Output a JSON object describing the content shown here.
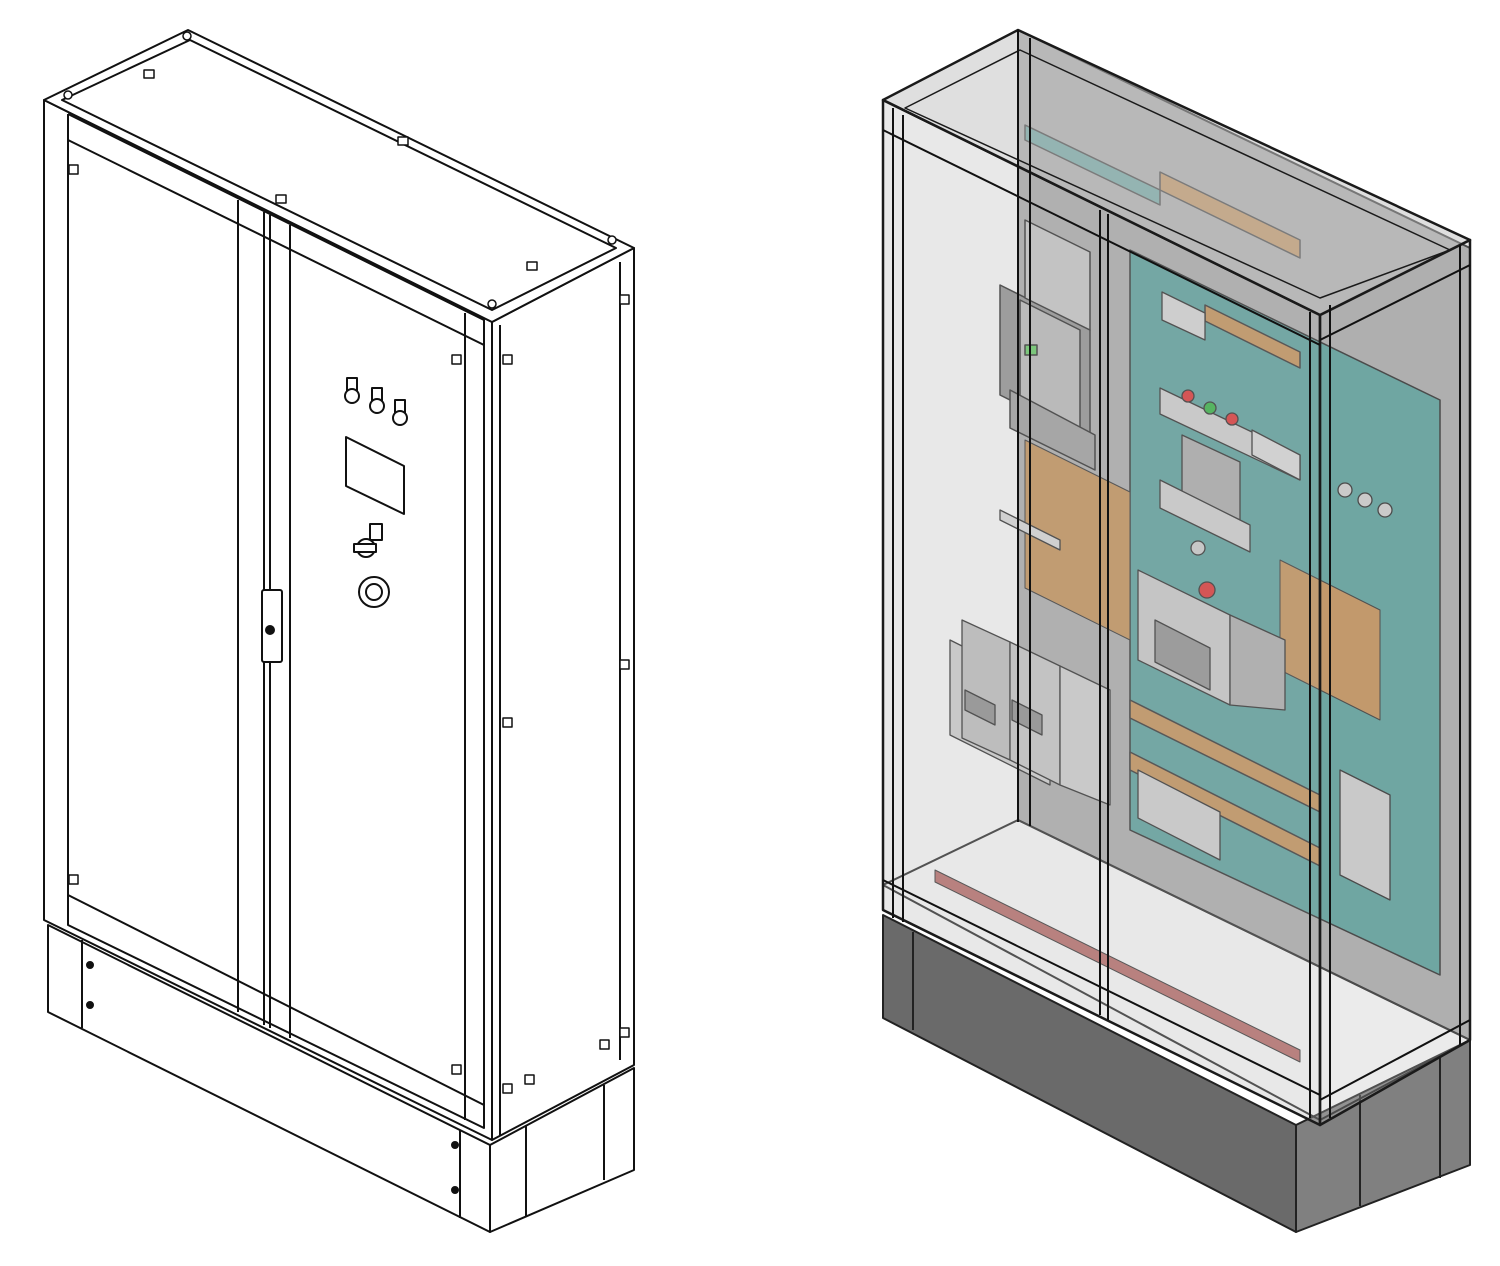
{
  "figure": {
    "background": "#ffffff",
    "views": [
      {
        "id": "closed-view",
        "description_shown": false,
        "line_color": "#111111",
        "fill_color": "#ffffff",
        "door_hardware": [
          "indicator-lamp",
          "indicator-lamp",
          "indicator-lamp",
          "display-window",
          "selector-switch",
          "emergency-stop-button",
          "door-handle"
        ]
      },
      {
        "id": "transparent-view",
        "line_color": "#1a1a1a",
        "glass_color": "#b4b4b4",
        "plinth_color": "#6a6a6a",
        "mounting_plate_color": "#4e9c97",
        "busbar_color": "#c48a4a",
        "pe_bar_color": "#b5625e",
        "indicator_colors": [
          "#e02020",
          "#20b030",
          "#e02020"
        ]
      }
    ]
  }
}
